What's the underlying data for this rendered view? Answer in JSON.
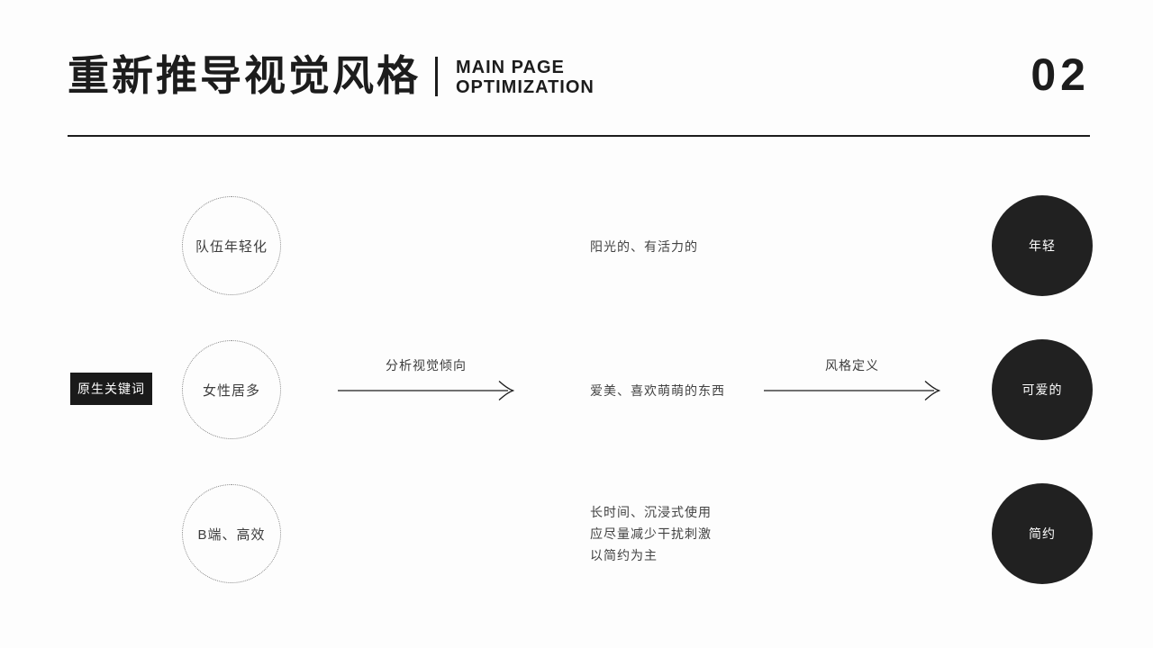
{
  "header": {
    "title": "重新推导视觉风格",
    "subtitle_line1": "MAIN PAGE",
    "subtitle_line2": "OPTIMIZATION",
    "page_number": "02"
  },
  "diagram": {
    "source_label": "原生关键词",
    "keywords": [
      "队伍年轻化",
      "女性居多",
      "B端、高效"
    ],
    "arrow1_label": "分析视觉倾向",
    "arrow2_label": "风格定义",
    "tendencies": [
      [
        "阳光的、有活力的"
      ],
      [
        "爱美、喜欢萌萌的东西"
      ],
      [
        "长时间、沉浸式使用",
        "应尽量减少干扰刺激",
        "以简约为主"
      ]
    ],
    "styles": [
      "年轻",
      "可爱的",
      "简约"
    ]
  },
  "colors": {
    "ink": "#1c1c1c",
    "circle_fill": "#212121",
    "muted_text": "#3d3d3d",
    "background": "#fdfdfd"
  }
}
